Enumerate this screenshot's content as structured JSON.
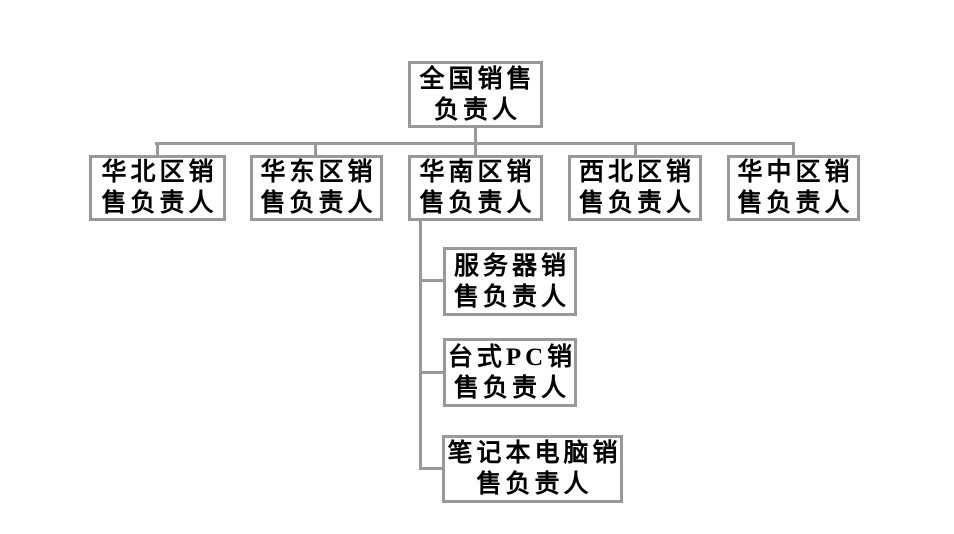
{
  "colors": {
    "background": "#ffffff",
    "node_border": "#999999",
    "connector": "#999999",
    "text": "#000000"
  },
  "org": {
    "root": {
      "label": "全国销售负责人",
      "lines": [
        "全国销售",
        "负责人"
      ],
      "children": [
        {
          "label": "华北区销售负责人",
          "lines": [
            "华北区销",
            "售负责人"
          ],
          "children": []
        },
        {
          "label": "华东区销售负责人",
          "lines": [
            "华东区销",
            "售负责人"
          ],
          "children": []
        },
        {
          "label": "华南区销售负责人",
          "lines": [
            "华南区销",
            "售负责人"
          ],
          "children": [
            {
              "label": "服务器销售负责人",
              "lines": [
                "服务器销",
                "售负责人"
              ]
            },
            {
              "label": "台式PC销售负责人",
              "lines": [
                "台式PC销",
                "售负责人"
              ]
            },
            {
              "label": "笔记本电脑销售负责人",
              "lines": [
                "笔记本电脑销",
                "售负责人"
              ]
            }
          ]
        },
        {
          "label": "西北区销售负责人",
          "lines": [
            "西北区销",
            "售负责人"
          ],
          "children": []
        },
        {
          "label": "华中区销售负责人",
          "lines": [
            "华中区销",
            "售负责人"
          ],
          "children": []
        }
      ]
    }
  }
}
